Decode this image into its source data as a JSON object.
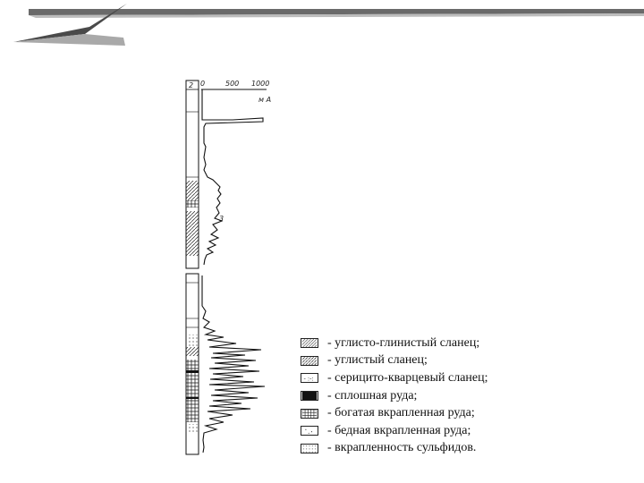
{
  "figure": {
    "column_label": "2",
    "curve_label": "3",
    "unit": "м A",
    "ticks": [
      "0",
      "500",
      "1000"
    ]
  },
  "chart_data": {
    "type": "line",
    "xlabel": "м A",
    "xlim": [
      0,
      1000
    ],
    "x_ticks": [
      0,
      500,
      1000
    ]
  },
  "legend": {
    "items": [
      {
        "label": "- углисто-глинистый сланец;",
        "pattern": "hatch-light"
      },
      {
        "label": "- углистый сланец;",
        "pattern": "hatch-dense"
      },
      {
        "label": "- серицито-кварцевый сланец;",
        "pattern": "dash-dot"
      },
      {
        "label": "- сплошная руда;",
        "pattern": "solid"
      },
      {
        "label": "- богатая вкрапленная руда;",
        "pattern": "grid"
      },
      {
        "label": "- бедная вкрапленная руда;",
        "pattern": "sparse-dots"
      },
      {
        "label": "- вкрапленность сульфидов.",
        "pattern": "dots"
      }
    ]
  },
  "colors": {
    "ink": "#111111",
    "logo_dark": "#4a4a4a",
    "logo_light": "#a9a9a9"
  }
}
